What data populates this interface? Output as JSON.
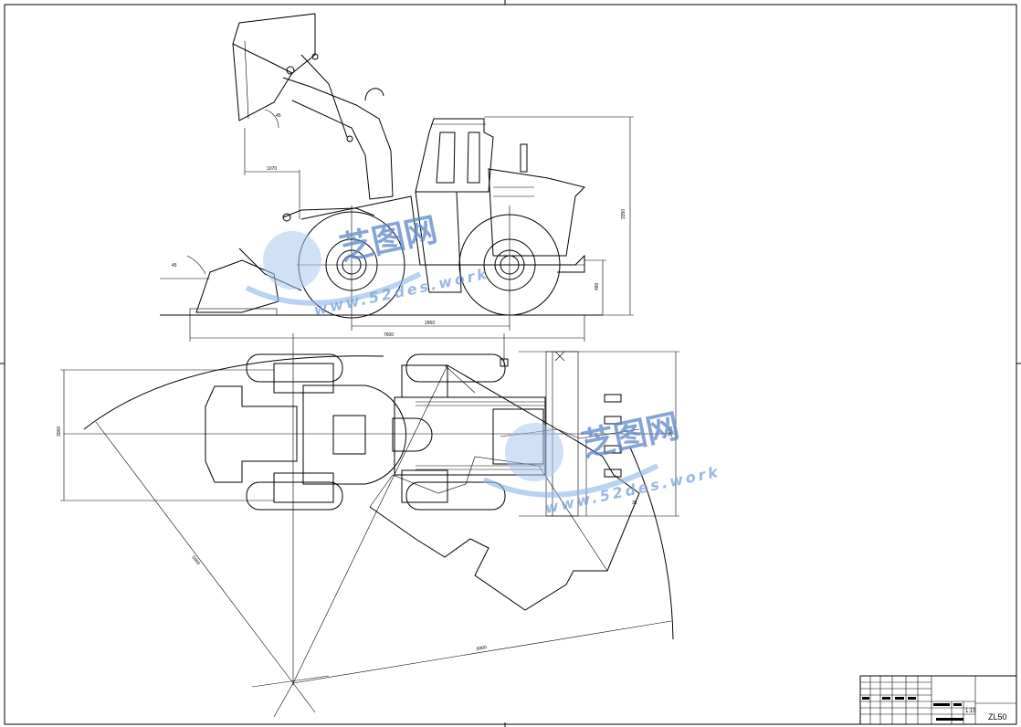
{
  "drawing": {
    "title_block": {
      "model": "ZL50",
      "scale": "1:15"
    },
    "side_view_dims": {
      "height": "3350",
      "clearance": "480",
      "wheelbase": "2950",
      "overall_length": "7600",
      "reach": "1070",
      "dump_angle": "45",
      "tilt_angle": "45"
    },
    "top_view_dims": {
      "width_left": "3000",
      "width_right": "2800",
      "turning_radius_inner": "5900",
      "turning_radius_outer": "6880",
      "angle": "35"
    },
    "watermark": {
      "cn": "芝图网",
      "url": "www.52des.work"
    }
  }
}
